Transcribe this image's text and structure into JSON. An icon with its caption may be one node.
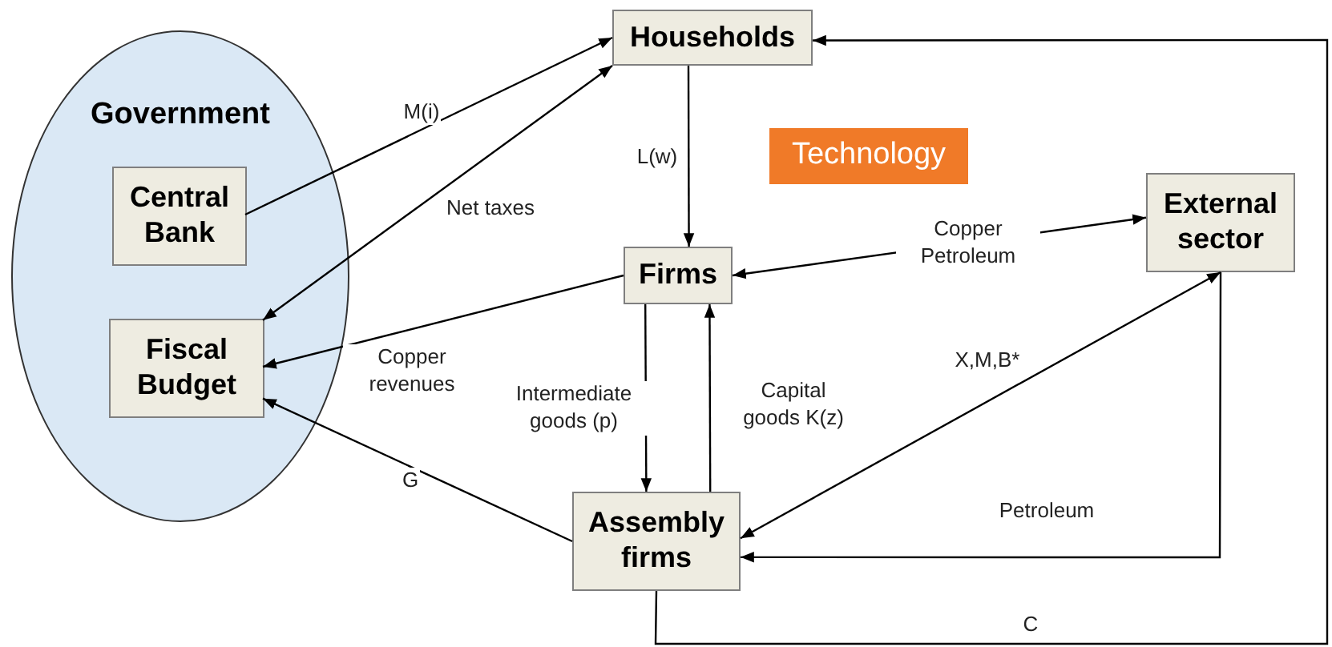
{
  "diagram": {
    "nodes": [
      {
        "text": [
          "Government"
        ]
      },
      {
        "text": [
          "Central Bank"
        ],
        "in": 0
      },
      {
        "text": [
          "Fiscal Budget"
        ],
        "in": 0
      },
      {
        "text": [
          "Households"
        ]
      },
      {
        "text": [
          "Technology"
        ]
      },
      {
        "text": [
          "Firms"
        ]
      },
      {
        "text": [
          "External sector"
        ]
      },
      {
        "text": [
          "Assembly firms"
        ]
      }
    ],
    "edges": [
      {
        "from": 1,
        "to": 3,
        "arrow": "to",
        "label": "M(i)"
      },
      {
        "from": 3,
        "to": 2,
        "arrow": "both",
        "label": "Net taxes"
      },
      {
        "from": 3,
        "to": 5,
        "arrow": "to",
        "label": "L(w)"
      },
      {
        "from": 5,
        "to": 2,
        "arrow": "to",
        "label": "Copper revenues"
      },
      {
        "from": 5,
        "to": 6,
        "arrow": "both",
        "label": "Copper Petroleum"
      },
      {
        "from": 5,
        "to": 7,
        "arrow": "to",
        "label": "Intermediate goods (p)"
      },
      {
        "from": 7,
        "to": 5,
        "arrow": "to",
        "label": "Capital goods K(z)"
      },
      {
        "from": 7,
        "to": 2,
        "arrow": "to",
        "label": "G"
      },
      {
        "from": 6,
        "to": 7,
        "arrow": "both",
        "label": "X,M,B*"
      },
      {
        "from": 6,
        "to": 7,
        "arrow": "to",
        "label": "Petroleum"
      },
      {
        "from": 7,
        "to": 3,
        "arrow": "to",
        "label": "C"
      }
    ]
  }
}
